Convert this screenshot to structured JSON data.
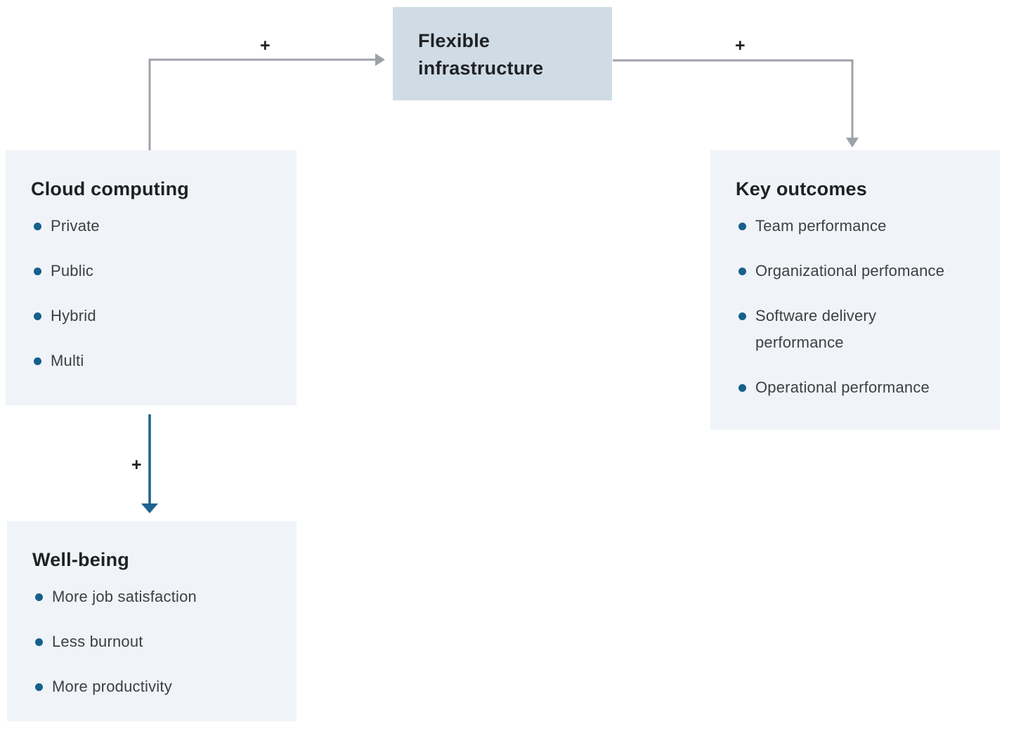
{
  "diagram": {
    "colors": {
      "highlight_box_bg": "#cfdce5",
      "light_box_bg": "#f0f4f8",
      "arrow_gray": "#9da2a8",
      "arrow_blue": "#1d6390",
      "bullet_dot": "#16608c",
      "title_text": "#202124",
      "body_text": "#3c4043"
    },
    "nodes": {
      "flexible_infrastructure": {
        "title": "Flexible infrastructure"
      },
      "cloud_computing": {
        "title": "Cloud computing",
        "items": [
          "Private",
          "Public",
          "Hybrid",
          "Multi"
        ]
      },
      "key_outcomes": {
        "title": "Key outcomes",
        "items": [
          "Team performance",
          "Organizational perfomance",
          "Software delivery performance",
          "Operational performance"
        ]
      },
      "well_being": {
        "title": "Well-being",
        "items": [
          "More job satisfaction",
          "Less burnout",
          "More productivity"
        ]
      }
    },
    "edges": [
      {
        "from": "cloud_computing",
        "to": "flexible_infrastructure",
        "label": "+"
      },
      {
        "from": "flexible_infrastructure",
        "to": "key_outcomes",
        "label": "+"
      },
      {
        "from": "cloud_computing",
        "to": "well_being",
        "label": "+"
      }
    ]
  }
}
